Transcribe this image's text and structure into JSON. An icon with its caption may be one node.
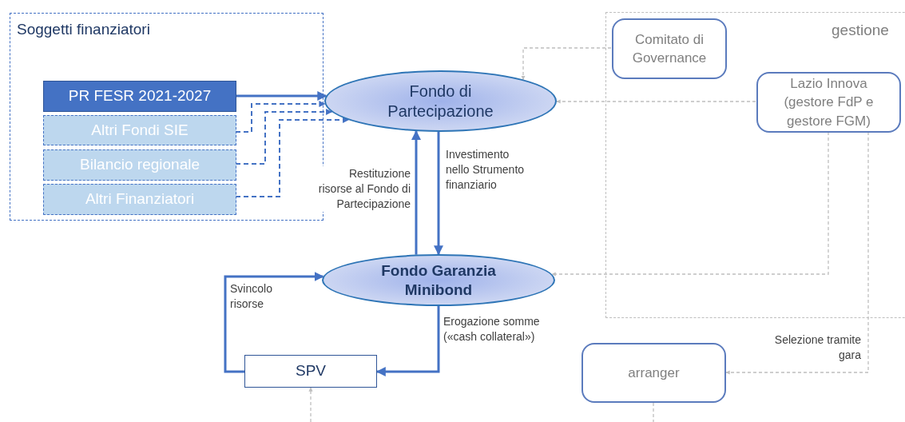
{
  "diagram": {
    "nodes": [
      {
        "text": [
          "Soggetti finanziatori"
        ]
      },
      {
        "text": [
          "PR FESR 2021-2027"
        ],
        "in": 0
      },
      {
        "text": [
          "Altri Fondi SIE"
        ],
        "in": 0
      },
      {
        "text": [
          "Bilancio regionale"
        ],
        "in": 0
      },
      {
        "text": [
          "Altri Finanziatori"
        ],
        "in": 0
      },
      {
        "text": [
          "Fondo di Partecipazione"
        ]
      },
      {
        "text": [
          "Fondo Garanzia Minibond"
        ]
      },
      {
        "text": [
          "SPV"
        ]
      },
      {
        "text": [
          "gestione"
        ]
      },
      {
        "text": [
          "Comitato di Governance"
        ],
        "in": 8
      },
      {
        "text": [
          "Lazio Innova (gestore FdP e gestore FGM)"
        ],
        "in": 8
      },
      {
        "text": [
          "arranger"
        ]
      }
    ],
    "edges": [
      {
        "from": 1,
        "to": 5,
        "arrow": "to"
      },
      {
        "from": 2,
        "to": 5,
        "arrow": "to",
        "style": "dashed"
      },
      {
        "from": 3,
        "to": 5,
        "arrow": "to",
        "style": "dashed"
      },
      {
        "from": 4,
        "to": 5,
        "arrow": "to",
        "style": "dashed"
      },
      {
        "from": 6,
        "to": 5,
        "arrow": "to",
        "label": "Restituzione risorse al Fondo di Partecipazione"
      },
      {
        "from": 5,
        "to": 6,
        "arrow": "to",
        "label": "Investimento nello Strumento finanziario"
      },
      {
        "from": 7,
        "to": 6,
        "arrow": "to",
        "label": "Svincolo risorse"
      },
      {
        "from": 6,
        "to": 7,
        "arrow": "to",
        "label": "Erogazione somme («cash collateral»)"
      },
      {
        "from": 9,
        "to": 5,
        "arrow": "to",
        "style": "dashed",
        "color": "#bfbfbf"
      },
      {
        "from": 10,
        "to": 5,
        "arrow": "to",
        "style": "dashed",
        "color": "#bfbfbf"
      },
      {
        "from": 10,
        "to": 6,
        "arrow": "to",
        "style": "dashed",
        "color": "#bfbfbf"
      },
      {
        "from": 10,
        "to": 11,
        "arrow": "to",
        "style": "dashed",
        "color": "#bfbfbf",
        "label": "Selezione tramite gara"
      },
      {
        "from": null,
        "to": 7,
        "arrow": "to",
        "style": "dashed",
        "color": "#bfbfbf"
      },
      {
        "from": 11,
        "to": null,
        "arrow": "none",
        "style": "dashed",
        "color": "#bfbfbf"
      }
    ]
  }
}
